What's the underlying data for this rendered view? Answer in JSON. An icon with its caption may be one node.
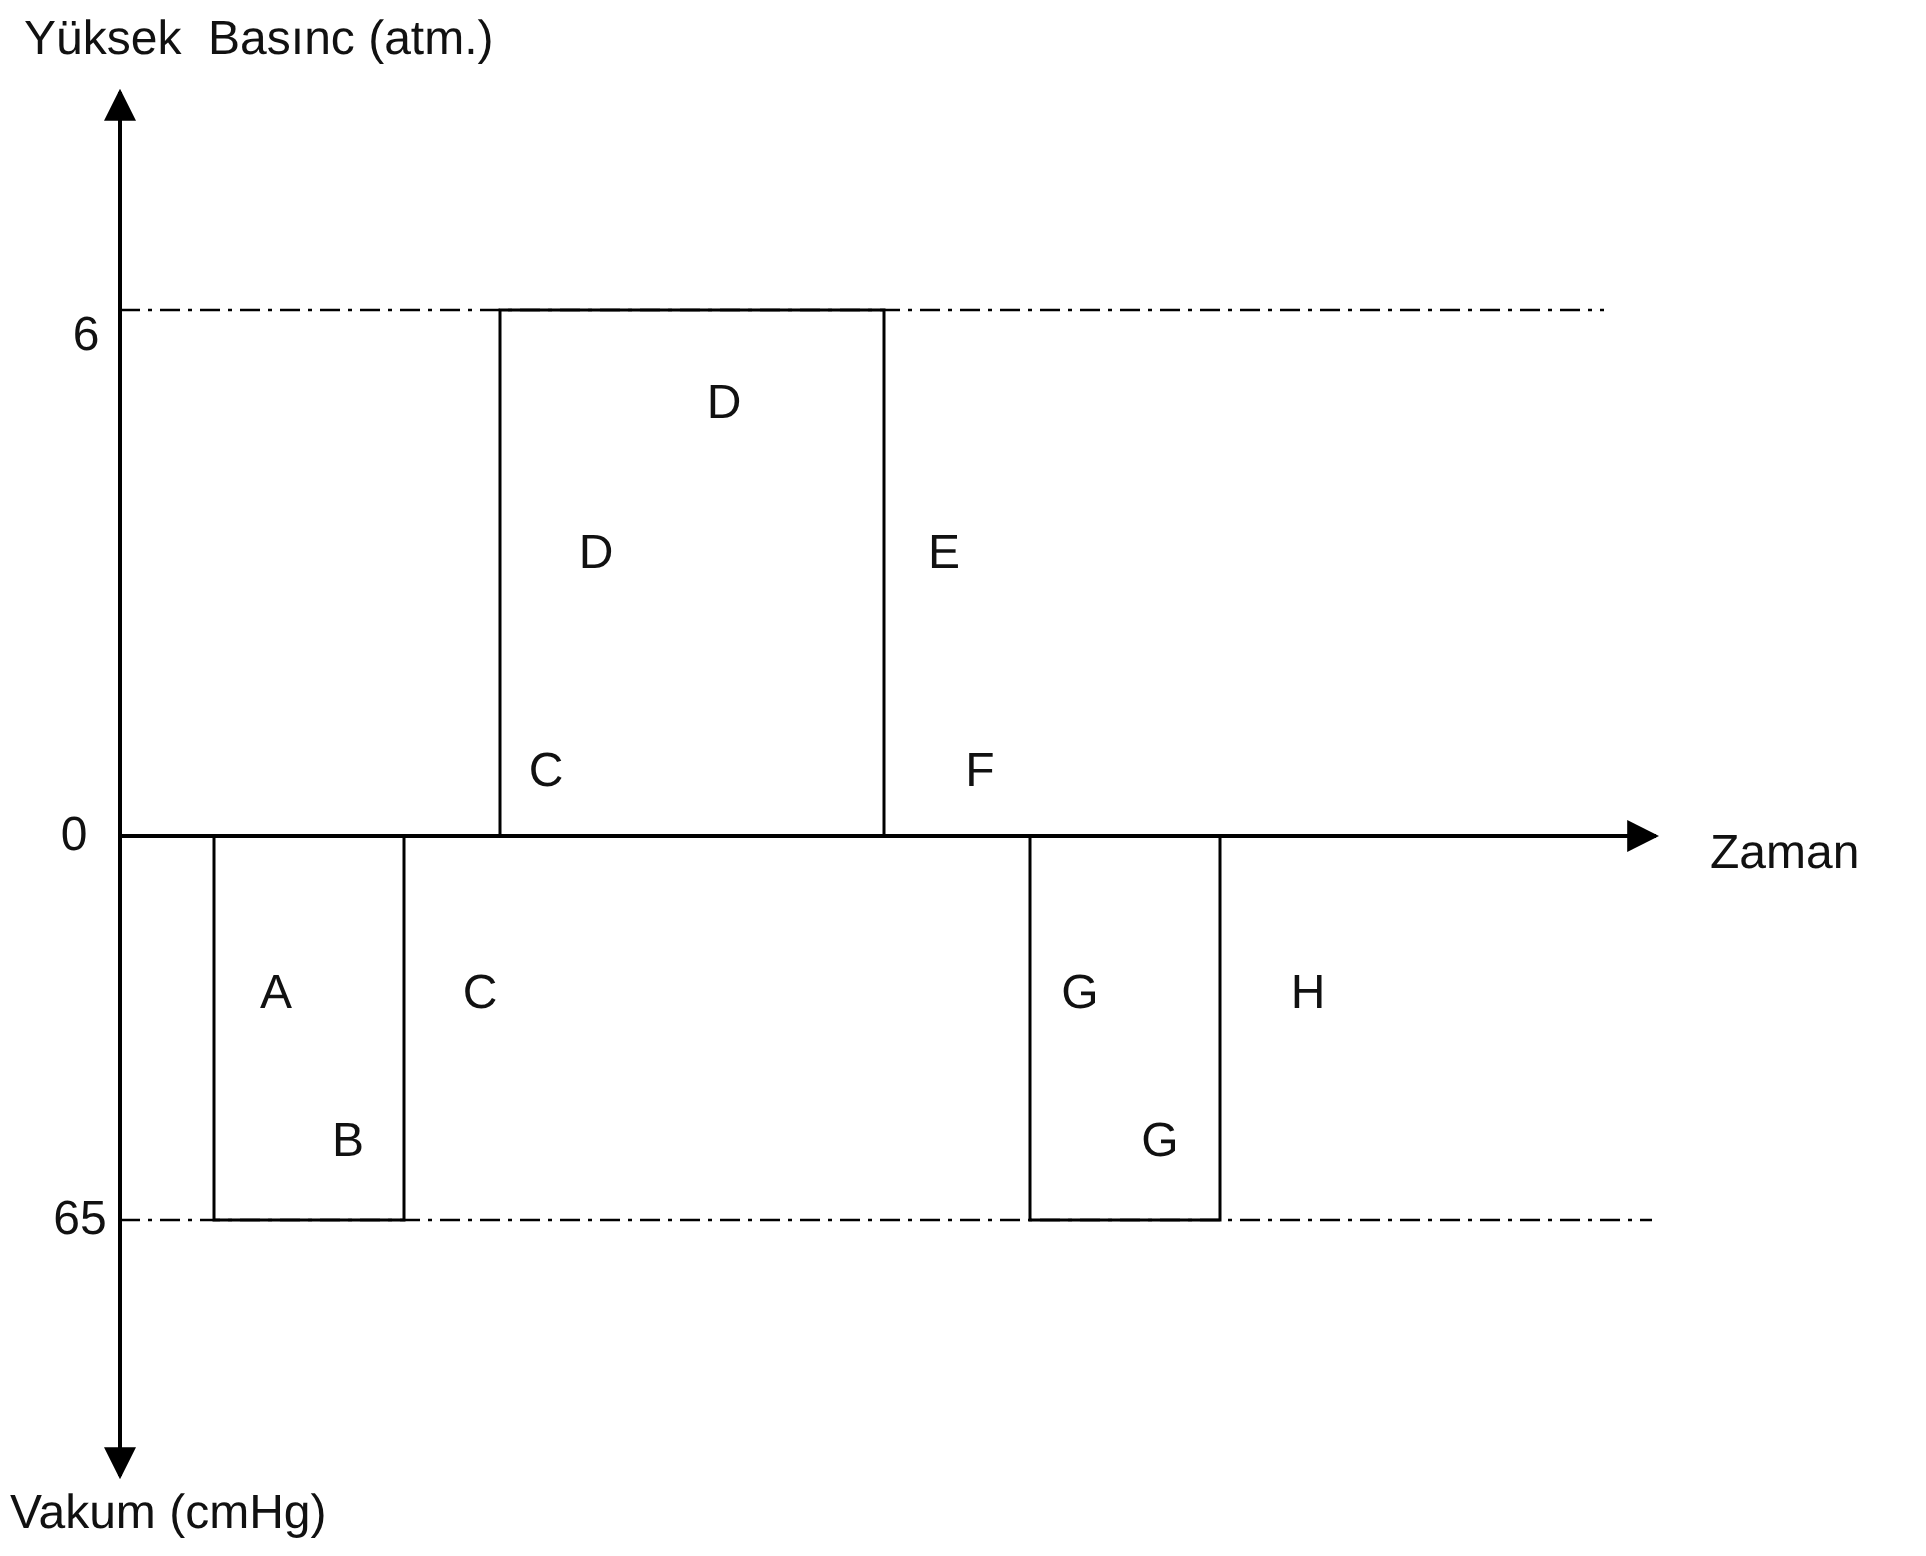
{
  "diagram": {
    "labels": [
      "Yüksek  Basınc (atm.)",
      "6",
      "D",
      "D",
      "E",
      "C",
      "F",
      "0",
      "Zaman",
      "A",
      "C",
      "G",
      "H",
      "B",
      "G",
      "65",
      "Vakum (cmHg)"
    ]
  }
}
